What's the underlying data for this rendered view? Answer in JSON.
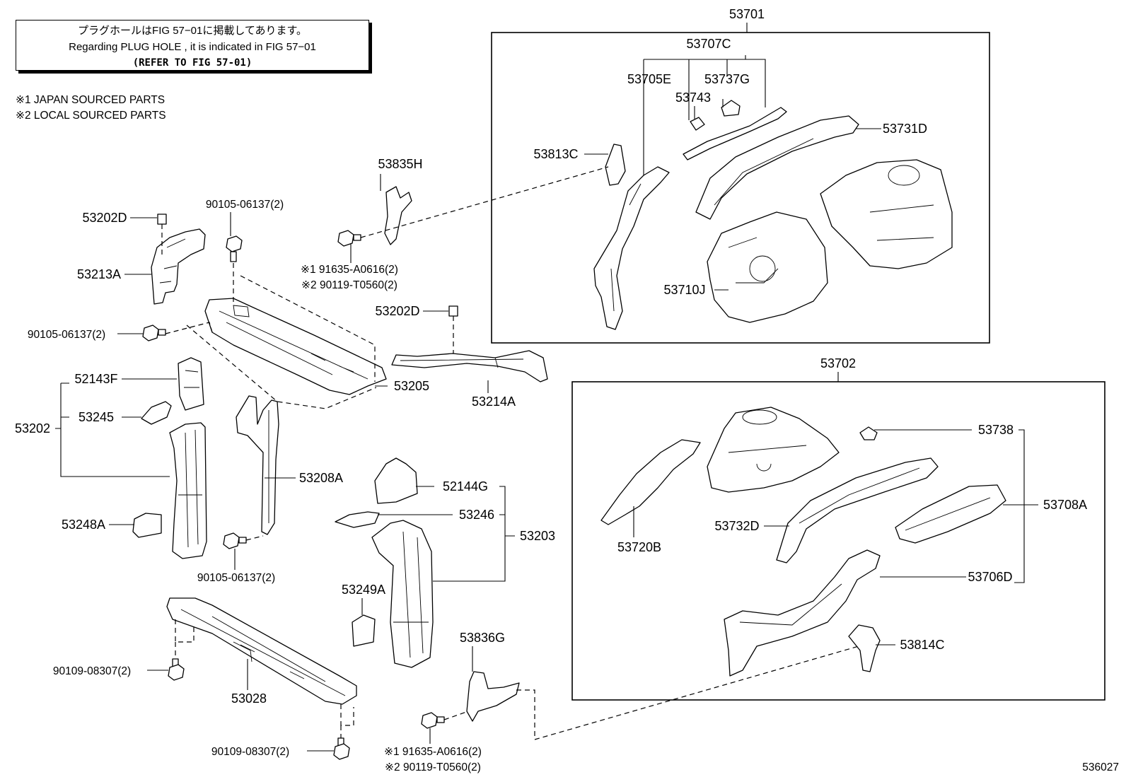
{
  "notice": {
    "jp": "プラグホールはFIG 57−01に掲載してあります。",
    "en": "Regarding  PLUG  HOLE , it is indicated in FIG  57−01",
    "ref": "(REFER TO FIG 57-01)"
  },
  "legend": {
    "item1": "※1 JAPAN SOURCED PARTS",
    "item2": "※2 LOCAL SOURCED PARTS"
  },
  "figure_id": "536027",
  "labels": {
    "p53701": "53701",
    "p53707C": "53707C",
    "p53705E": "53705E",
    "p53737G": "53737G",
    "p53743": "53743",
    "p53813C": "53813C",
    "p53731D": "53731D",
    "p53710J": "53710J",
    "p53835H": "53835H",
    "p53202D_a": "53202D",
    "p53213A": "53213A",
    "b90105_a": "90105-06137(2)",
    "b90105_b": "90105-06137(2)",
    "b90105_c": "90105-06137(2)",
    "n1_91635_a": "※1 91635-A0616(2)",
    "n2_90119_a": "※2 90119-T0560(2)",
    "p53202D_b": "53202D",
    "p53205": "53205",
    "p53214A": "53214A",
    "p52143F": "52143F",
    "p53245": "53245",
    "p53202": "53202",
    "p53208A": "53208A",
    "p53248A": "53248A",
    "p52144G": "52144G",
    "p53246": "53246",
    "p53203": "53203",
    "p53249A": "53249A",
    "p53836G": "53836G",
    "p53028": "53028",
    "b90109_a": "90109-08307(2)",
    "b90109_b": "90109-08307(2)",
    "n1_91635_b": "※1 91635-A0616(2)",
    "n2_90119_b": "※2 90119-T0560(2)",
    "p53702": "53702",
    "p53738": "53738",
    "p53708A": "53708A",
    "p53720B": "53720B",
    "p53732D": "53732D",
    "p53706D": "53706D",
    "p53814C": "53814C"
  }
}
